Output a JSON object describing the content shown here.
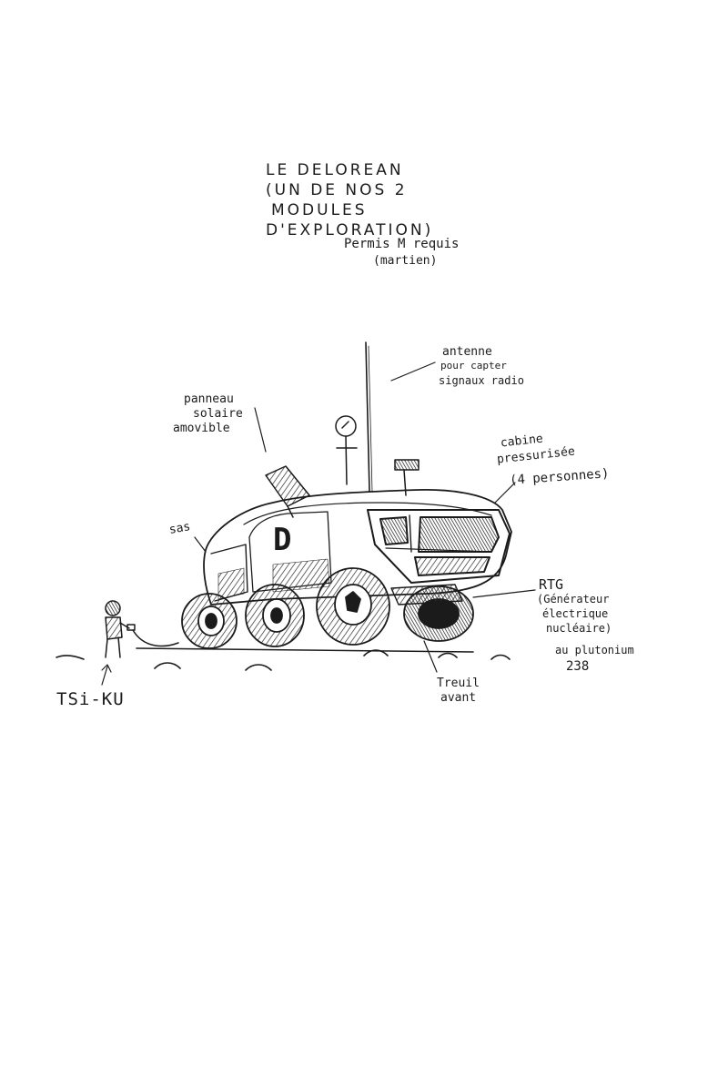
{
  "title": {
    "lines": [
      "LE DELOREAN",
      "(UN DE NOS 2",
      "MODULES",
      "D'EXPLORATION)"
    ]
  },
  "permit": {
    "line1": "Permis M requis",
    "line2": "(martien)"
  },
  "labels": {
    "antenna": [
      "antenne",
      "pour capter",
      "signaux radio"
    ],
    "solar": [
      "panneau",
      "solaire",
      "amovible"
    ],
    "cabin": [
      "cabine",
      "pressurisée",
      "(4 personnes)"
    ],
    "airlock": "sas",
    "rtg": [
      "RTG",
      "(Générateur",
      "électrique",
      "nucléaire)"
    ],
    "plutonium": [
      "au plutonium",
      "238"
    ],
    "winch": [
      "Treuil",
      "avant"
    ],
    "astronaut": "TSi-KU"
  },
  "vehicle_letter": "D",
  "colors": {
    "ink": "#1b1b1b",
    "paper": "#ffffff",
    "hatch": "#2a2a2a"
  }
}
